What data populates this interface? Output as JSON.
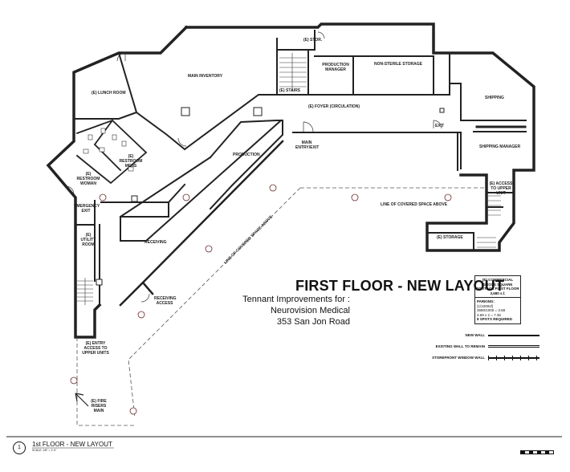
{
  "drawing": {
    "rooms": {
      "main_inventory": "MAIN INVENTORY",
      "storage_top": "(E) STOR.",
      "production_manager": "PRODUCTION MANAGER",
      "non_sterile_storage": "NON-STERILE STORAGE",
      "stairs": "(E) STAIRS",
      "foyer": "(E) FOYER (CIRCULATION)",
      "shipping": "SHIPPING",
      "shipping_manager": "SHIPPING MANAGER",
      "lunch_room": "(E) LUNCH ROOM",
      "restroom_mens": "(E) RESTROOM MENS",
      "restroom_woman": "(E) RESTROOM WOMAN",
      "production": "PRODUCTION",
      "main_entry": "MAIN ENTRY/EXIT",
      "exit": "EXIT",
      "emergency_exit": "EMERGENCY EXIT",
      "utility_room": "(E) UTILITY ROOM",
      "receiving": "RECEIVING",
      "receiving_access": "RECEIVING ACCESS",
      "entry_access_upper": "(E) ENTRY ACCESS TO UPPER UNITS",
      "fire_risers": "(E) FIRE RISERS MAIN",
      "access_upper_unit": "(E) ACCESS TO UPPER UNIT",
      "storage_right": "(E) STORAGE",
      "covered_space_above": "LINE OF COVERED SPACE ABOVE",
      "covered_space_above_diag": "LINE OF COVERED SPACE ABOVE"
    },
    "title": "FIRST FLOOR - NEW LAYOUT",
    "subtitle_lines": [
      "Tennant Improvements for :",
      "Neurovision Medical",
      "353 San Jon Road"
    ],
    "info_box": {
      "header": "(E) COMMERCIAL GROSS SQUARE FOOTAGE FIRST FLOOR 3,680 s.f.",
      "parking_label": "PARKING:",
      "parking_lines": [
        "(1/1000sf)",
        "3680/1000 = 3.68",
        "3.68 x 2 = 7.36"
      ],
      "spots_required": "8 SPOTS REQUIRED"
    },
    "legend": [
      {
        "label": "NEW WALL",
        "style": "solid"
      },
      {
        "label": "EXISTING WALL TO REMAIN",
        "style": "double"
      },
      {
        "label": "STOREFRONT WINDOW WALL",
        "style": "storefront"
      }
    ],
    "footer": {
      "sheet_number": "1",
      "sheet_title": "1st FLOOR - NEW LAYOUT",
      "scale": "SCALE: 1/8\" = 1'-0\""
    }
  }
}
